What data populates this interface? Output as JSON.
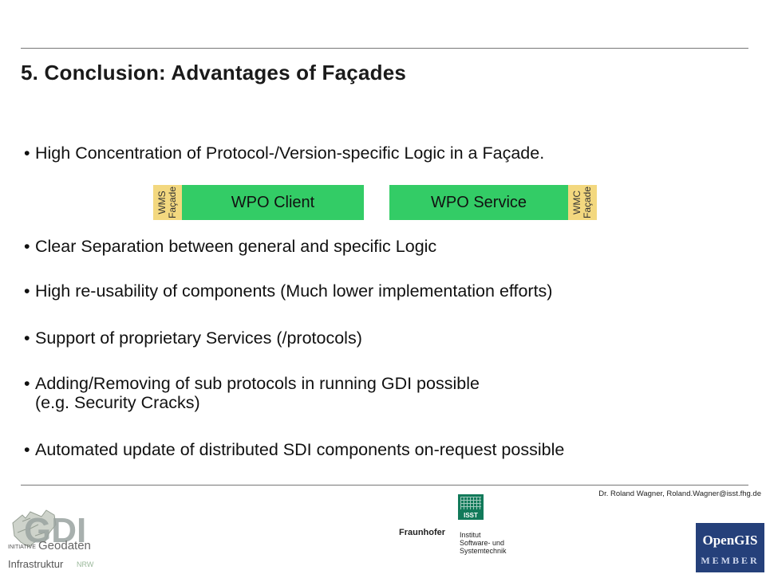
{
  "slide": {
    "title": "5. Conclusion: Advantages of Façades",
    "bullets": [
      "High Concentration of Protocol-/Version-specific Logic in a Façade.",
      "Clear Separation between general and specific Logic",
      "High re-usability of components (Much lower implementation efforts)",
      "Support of proprietary Services (/protocols)",
      "Adding/Removing of sub protocols in running GDI possible",
      "Automated update of distributed SDI components on-request possible"
    ],
    "bullet5_cont": "(e.g. Security Cracks)",
    "bullet_dot": "•"
  },
  "diagram": {
    "wms_line1": "WMS",
    "wms_line2": "Façade",
    "client": "WPO Client",
    "service": "WPO Service",
    "wmc_line1": "WMC",
    "wmc_line2": "Façade",
    "colors": {
      "box": "#33cc66",
      "facade": "#f3d87f"
    }
  },
  "footer": {
    "author": "Dr. Roland Wagner, Roland.Wagner@isst.fhg.de",
    "gdi_logo_text": "GDI",
    "gdi_initiative": "INITIATIVE",
    "gdi_geodaten": "Geodaten",
    "gdi_infrastruktur": "Infrastruktur",
    "gdi_nrw": "NRW",
    "isst": "ISST",
    "fraunhofer": "Fraunhofer",
    "institut_1": "Institut",
    "institut_2": "Software- und",
    "institut_3": "Systemtechnik",
    "opengis": "OpenGIS",
    "member": "MEMBER"
  }
}
